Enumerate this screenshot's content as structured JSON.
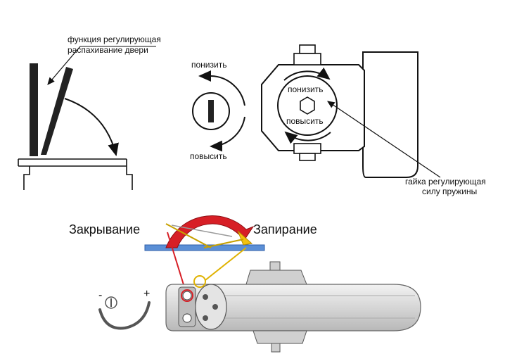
{
  "labels": {
    "opening_function_line1": "функция регулирующая",
    "opening_function_line2": "распахивание двери",
    "dial_reduce": "понизить",
    "dial_increase": "повысить",
    "body_reduce": "понизить",
    "body_increase": "повысить",
    "spring_nut_line1": "гайка регулирующая",
    "spring_nut_line2": "силу пружины",
    "closing": "Закрывание",
    "latching": "Запирание",
    "minus": "-",
    "plus": "+"
  },
  "colors": {
    "line": "#111111",
    "closing_arrow": "#d71f26",
    "latching_arrow": "#f4c20d",
    "door_edge": "#5b8fd6",
    "closer_body": "#d8d8d8"
  }
}
